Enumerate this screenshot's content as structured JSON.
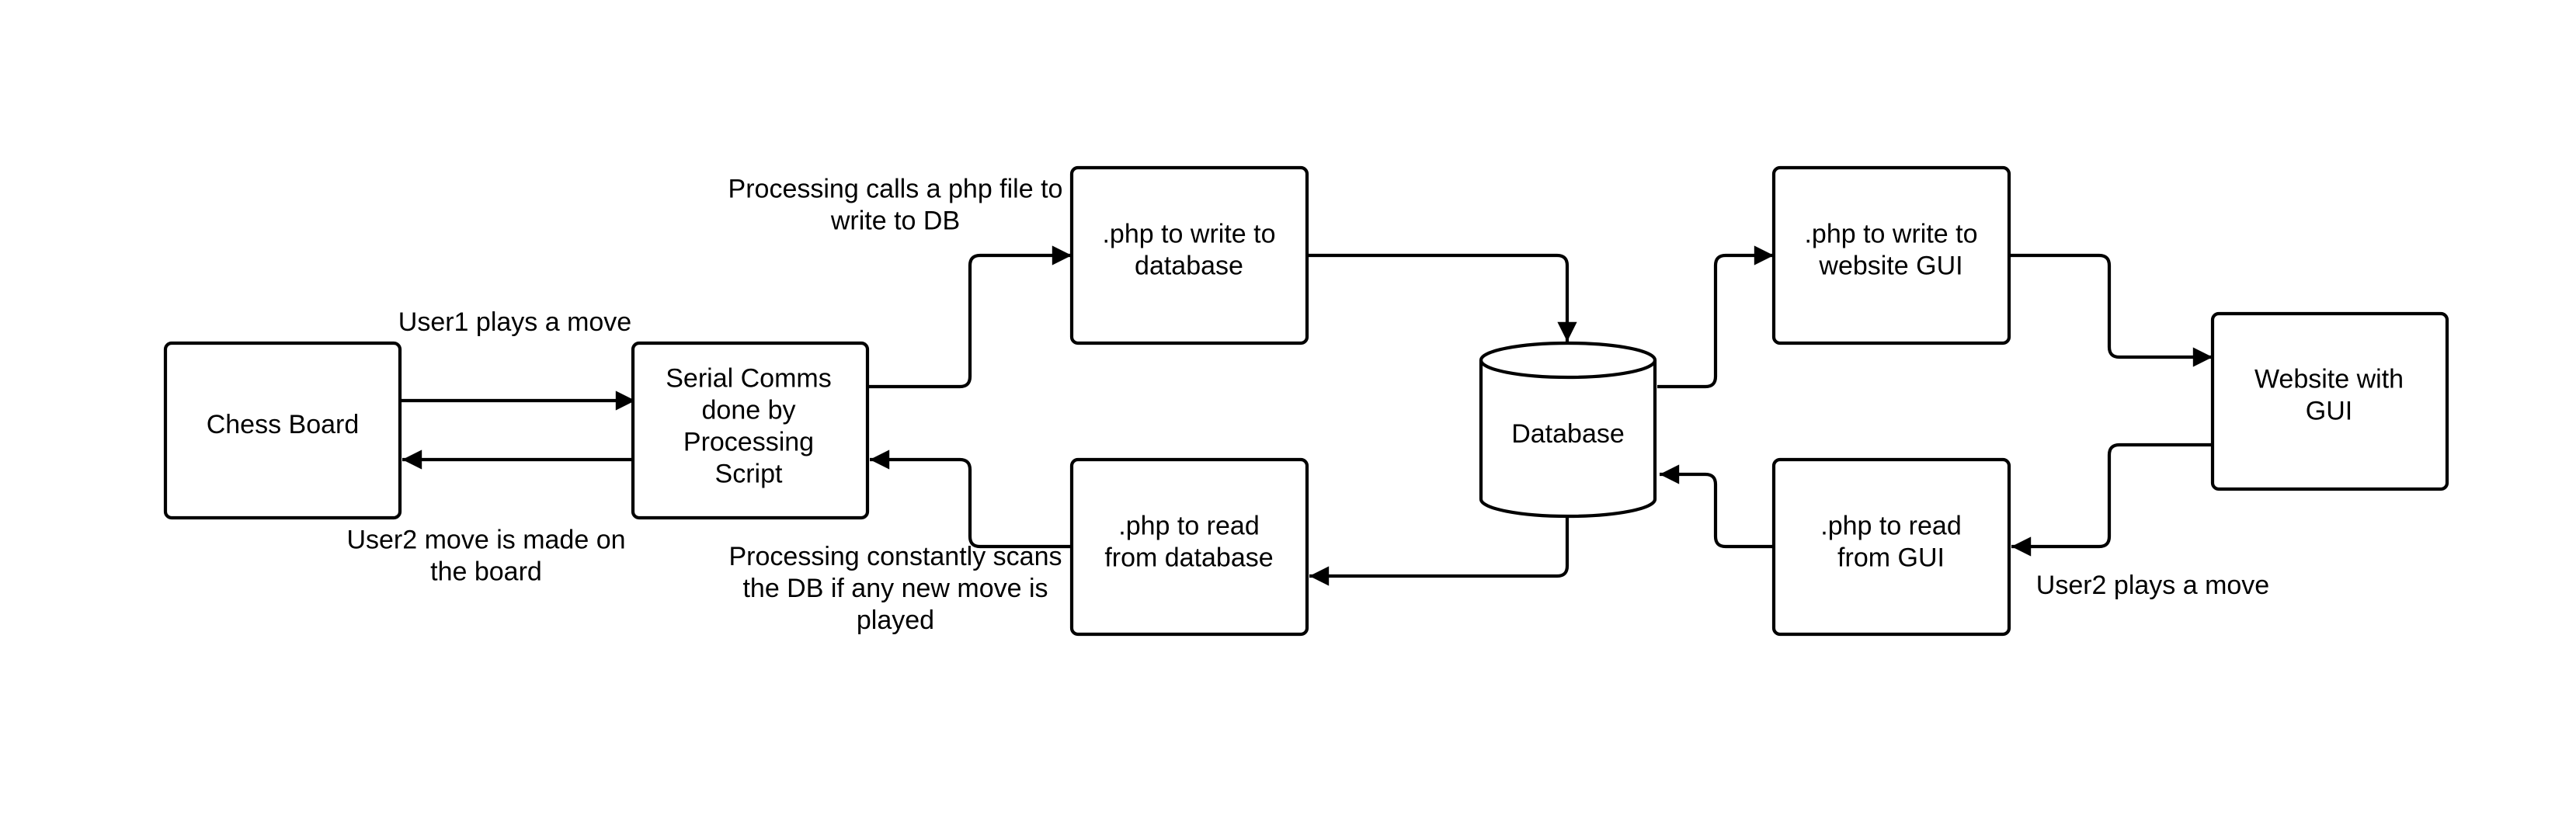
{
  "nodes": {
    "chess_board": {
      "lines": [
        "Chess Board"
      ]
    },
    "serial_comms": {
      "lines": [
        "Serial Comms",
        "done by",
        "Processing",
        "Script"
      ]
    },
    "php_write_db": {
      "lines": [
        ".php to write to",
        "database"
      ]
    },
    "php_read_db": {
      "lines": [
        ".php to read",
        "from database"
      ]
    },
    "database": {
      "lines": [
        "Database"
      ]
    },
    "php_write_gui": {
      "lines": [
        ".php to write to",
        "website GUI"
      ]
    },
    "php_read_gui": {
      "lines": [
        ".php to read",
        "from GUI"
      ]
    },
    "website": {
      "lines": [
        "Website with",
        "GUI"
      ]
    }
  },
  "labels": {
    "user1_move": {
      "lines": [
        "User1 plays a move"
      ]
    },
    "user2_board": {
      "lines": [
        "User2 move is made on",
        "the board"
      ]
    },
    "processing_calls": {
      "lines": [
        "Processing calls a php file to",
        "write to DB"
      ]
    },
    "processing_scans": {
      "lines": [
        "Processing constantly scans",
        "the DB if any new move is",
        "played"
      ]
    },
    "user2_plays": {
      "lines": [
        "User2 plays a move"
      ]
    }
  },
  "edges": [
    {
      "from": "chess_board",
      "to": "serial_comms"
    },
    {
      "from": "serial_comms",
      "to": "chess_board"
    },
    {
      "from": "serial_comms",
      "to": "php_write_db"
    },
    {
      "from": "php_write_db",
      "to": "database"
    },
    {
      "from": "database",
      "to": "php_write_gui"
    },
    {
      "from": "php_write_gui",
      "to": "website"
    },
    {
      "from": "website",
      "to": "php_read_gui"
    },
    {
      "from": "php_read_gui",
      "to": "database"
    },
    {
      "from": "database",
      "to": "php_read_db"
    },
    {
      "from": "php_read_db",
      "to": "serial_comms"
    }
  ]
}
